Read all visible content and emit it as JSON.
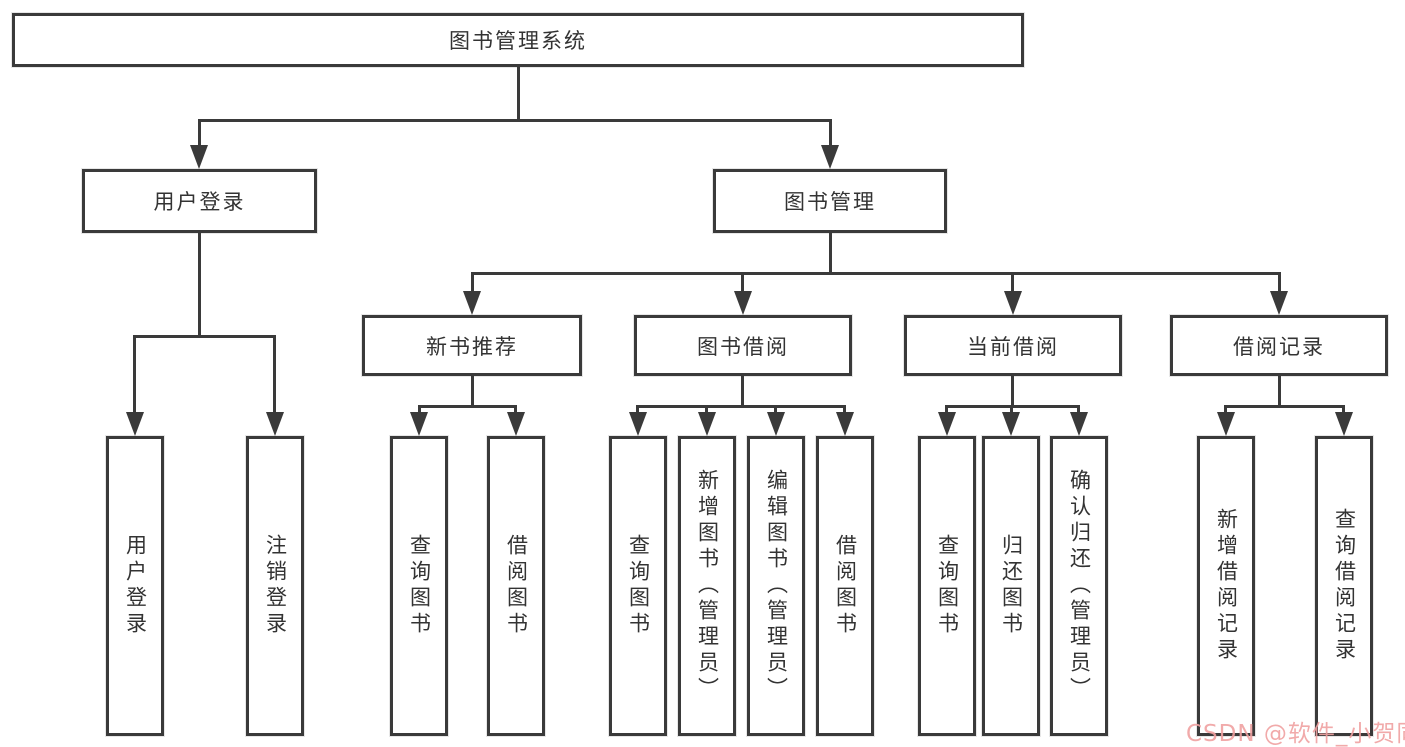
{
  "tree": {
    "root": "图书管理系统",
    "level2": [
      "用户登录",
      "图书管理"
    ],
    "level3": [
      "新书推荐",
      "图书借阅",
      "当前借阅",
      "借阅记录"
    ],
    "leaves": {
      "user_login": [
        "用户登录",
        "注销登录"
      ],
      "new_book_recommend": [
        "查询图书",
        "借阅图书"
      ],
      "book_borrow": [
        "查询图书",
        "新增图书（管理员）",
        "编辑图书（管理员）",
        "借阅图书"
      ],
      "current_borrow": [
        "查询图书",
        "归还图书",
        "确认归还（管理员）"
      ],
      "borrow_record": [
        "新增借阅记录",
        "查询借阅记录"
      ]
    }
  },
  "watermark": {
    "text": "CSDN @软件_小贺同学",
    "color": "#F0A1A1"
  },
  "colors": {
    "line": "#3A3A3A",
    "border": "#3A3A3A",
    "text": "#333333",
    "background": "#FFFFFF"
  }
}
